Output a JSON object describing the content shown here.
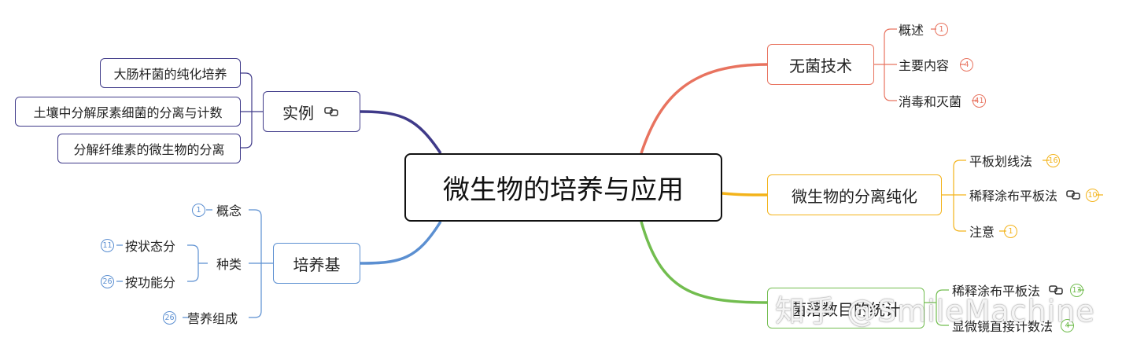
{
  "colors": {
    "red": "#e8735f",
    "yellow": "#f3b31a",
    "green": "#72bd4f",
    "purple": "#3f3a89",
    "blue": "#5b8fd1",
    "root_border": "#111111"
  },
  "root": {
    "label": "微生物的培养与应用"
  },
  "branches": {
    "aseptic": {
      "label": "无菌技术",
      "children": [
        {
          "label": "概述",
          "count": "1"
        },
        {
          "label": "主要内容",
          "count": "4"
        },
        {
          "label": "消毒和灭菌",
          "count": "41"
        }
      ]
    },
    "isolation": {
      "label": "微生物的分离纯化",
      "children": [
        {
          "label": "平板划线法",
          "count": "16"
        },
        {
          "label": "稀释涂布平板法",
          "count": "10",
          "icon": "link-icon"
        },
        {
          "label": "注意",
          "count": "1"
        }
      ]
    },
    "counting": {
      "label": "菌落数目的统计",
      "children": [
        {
          "label": "稀释涂布平板法",
          "count": "13",
          "icon": "link-icon"
        },
        {
          "label": "显微镜直接计数法",
          "count": "4"
        }
      ]
    },
    "examples": {
      "label": "实例",
      "icon": "link-icon",
      "children": [
        {
          "label": "大肠杆菌的纯化培养"
        },
        {
          "label": "土壤中分解尿素细菌的分离与计数"
        },
        {
          "label": "分解纤维素的微生物的分离"
        }
      ]
    },
    "medium": {
      "label": "培养基",
      "children": [
        {
          "label": "概念",
          "count": "1"
        },
        {
          "label": "种类",
          "children": [
            {
              "label": "按状态分",
              "count": "11"
            },
            {
              "label": "按功能分",
              "count": "26"
            }
          ]
        },
        {
          "label": "营养组成",
          "count": "26"
        }
      ]
    }
  },
  "watermark": "知乎 @SmileMachine"
}
